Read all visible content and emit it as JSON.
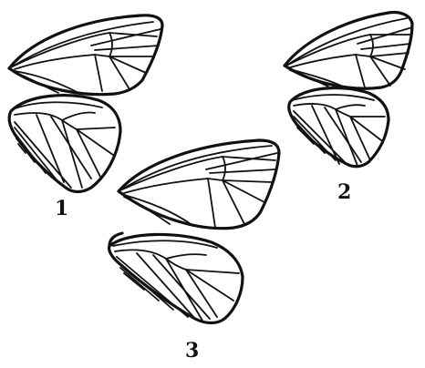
{
  "figure": {
    "labels": [
      "1",
      "2",
      "3"
    ],
    "ink_color": "#111111",
    "background": "#ffffff"
  }
}
